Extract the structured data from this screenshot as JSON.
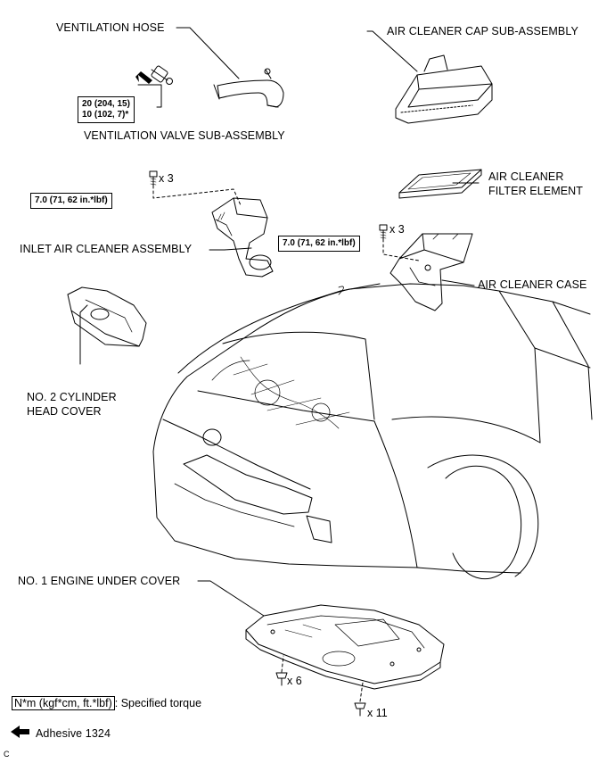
{
  "labels": {
    "ventilation_hose": "VENTILATION HOSE",
    "air_cleaner_cap": "AIR CLEANER CAP SUB-ASSEMBLY",
    "ventilation_valve": "VENTILATION VALVE SUB-ASSEMBLY",
    "air_cleaner_filter_line1": "AIR CLEANER",
    "air_cleaner_filter_line2": "FILTER ELEMENT",
    "inlet_air_cleaner": "INLET AIR CLEANER ASSEMBLY",
    "air_cleaner_case": "AIR CLEANER CASE",
    "cylinder_head_cover_line1": "NO. 2 CYLINDER",
    "cylinder_head_cover_line2": "HEAD COVER",
    "engine_under_cover": "NO. 1 ENGINE UNDER COVER"
  },
  "torques": {
    "valve_line1": "20 (204, 15)",
    "valve_line2": "10 (102, 7)*",
    "inlet": "7.0 (71, 62 in.*lbf)",
    "case": "7.0 (71, 62 in.*lbf)"
  },
  "counts": {
    "inlet_bolts": "x 3",
    "case_bolts": "x 3",
    "under_cover_a": "x 6",
    "under_cover_b": "x 11"
  },
  "legend": {
    "torque_key": "N*m (kgf*cm, ft.*lbf)",
    "torque_desc": ": Specified torque",
    "adhesive": "Adhesive 1324"
  },
  "corner_code": "C"
}
